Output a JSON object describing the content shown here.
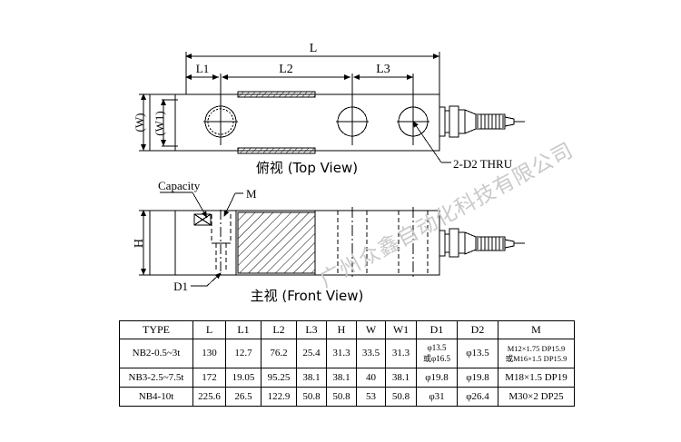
{
  "drawing": {
    "title_top_view": "俯视 (Top View)",
    "title_front_view": "主视 (Front View)",
    "callouts": {
      "thru_hole": "2-D2 THRU",
      "capacity": "Capacity",
      "thread_m": "M",
      "hole_d1": "D1"
    },
    "dimensions": {
      "overall_length": "L",
      "l1": "L1",
      "l2": "L2",
      "l3": "L3",
      "width": "(W)",
      "width1": "(W1)",
      "height": "H"
    },
    "watermark": "广州众鑫自动化科技有限公司"
  },
  "table": {
    "headers": [
      "TYPE",
      "L",
      "L1",
      "L2",
      "L3",
      "H",
      "W",
      "W1",
      "D1",
      "D2",
      "M"
    ],
    "rows": [
      {
        "type": "NB2-0.5~3t",
        "L": "130",
        "L1": "12.7",
        "L2": "76.2",
        "L3": "25.4",
        "H": "31.3",
        "W": "33.5",
        "W1": "31.3",
        "D1_line1": "φ13.5",
        "D1_line2": "或φ16.5",
        "D2": "φ13.5",
        "M_line1": "M12×1.75 DP15.9",
        "M_line2": "或M16×1.5 DP15.9"
      },
      {
        "type": "NB3-2.5~7.5t",
        "L": "172",
        "L1": "19.05",
        "L2": "95.25",
        "L3": "38.1",
        "H": "38.1",
        "W": "40",
        "W1": "38.1",
        "D1": "φ19.8",
        "D2": "φ19.8",
        "M": "M18×1.5 DP19"
      },
      {
        "type": "NB4-10t",
        "L": "225.6",
        "L1": "26.5",
        "L2": "122.9",
        "L3": "50.8",
        "H": "50.8",
        "W": "53",
        "W1": "50.8",
        "D1": "φ31",
        "D2": "φ26.4",
        "M": "M30×2 DP25"
      }
    ]
  },
  "colors": {
    "line": "#000000",
    "background": "#ffffff",
    "watermark": "#c9c9c9"
  }
}
